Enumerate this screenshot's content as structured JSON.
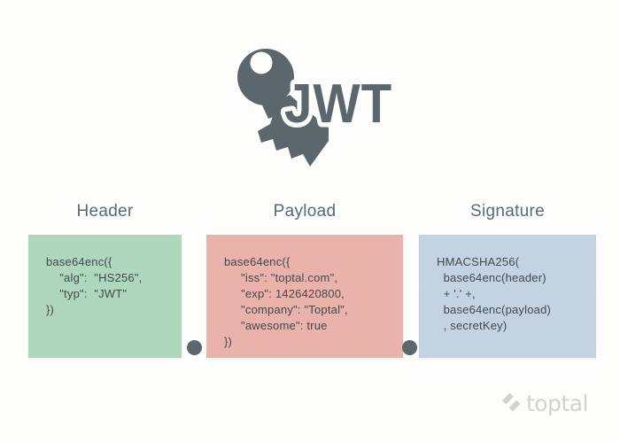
{
  "logo": {
    "title": "JWT",
    "icon": "key-icon",
    "color": "#5c666d"
  },
  "columns": [
    {
      "label": "Header",
      "box_color": "#aed7bd",
      "code": "base64enc({\n    \"alg\":  \"HS256\",\n    \"typ\":  \"JWT\"\n})"
    },
    {
      "label": "Payload",
      "box_color": "#e9b3ab",
      "code": "base64enc({\n     \"iss\": \"toptal.com\",\n     \"exp\": 1426420800,\n     \"company\": \"Toptal\",\n     \"awesome\": true\n})"
    },
    {
      "label": "Signature",
      "box_color": "#c4d3e2",
      "code": "HMACSHA256(\n  base64enc(header)\n  + '.' +,\n  base64enc(payload)\n  , secretKey)"
    }
  ],
  "separators": {
    "dot_color": "#5c666d",
    "count": 2
  },
  "brand": {
    "name": "toptal",
    "mark": "toptal-double-chevron",
    "color": "#d2d2d2"
  },
  "background_color": "#fdfdfb",
  "label_color": "#5c6873",
  "code_color": "#43484d"
}
